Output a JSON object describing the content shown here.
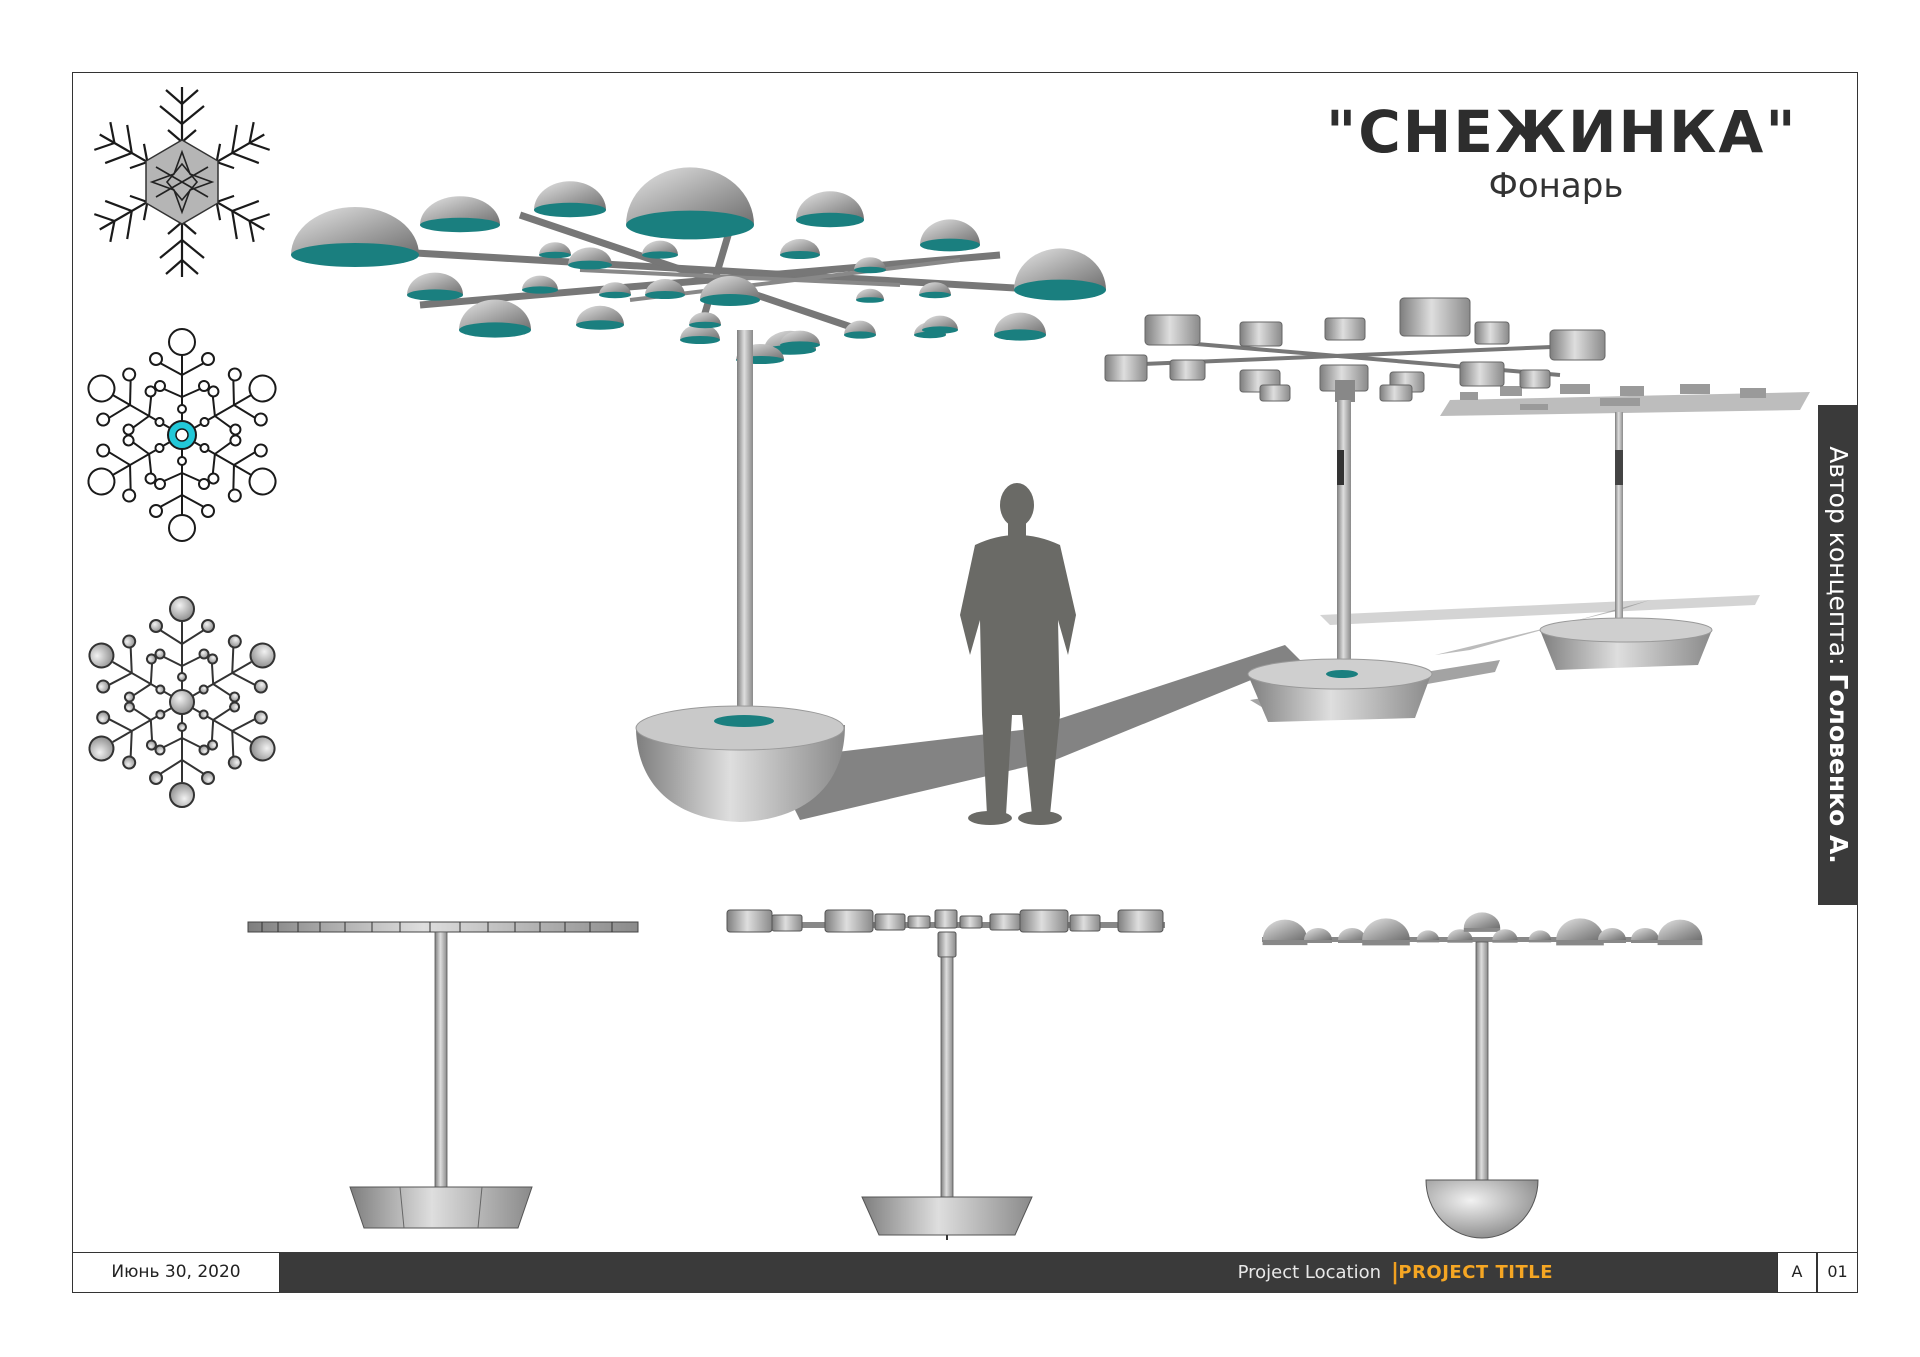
{
  "header": {
    "title": "\"СНЕЖИНКА\"",
    "subtitle": "Фонарь"
  },
  "author": {
    "label": "Автор концепта: ",
    "name": "Головенко А."
  },
  "footer": {
    "date": "Июнь 30, 2020",
    "location": "Project Location",
    "separator": "|",
    "project_title": "PROJECT TITLE",
    "sheet_letter": "A",
    "sheet_number": "01"
  },
  "colors": {
    "accent": "#f5a623",
    "teal": "#1a7f7f",
    "cyan": "#22c8d8",
    "dark_bar": "#3a3a3a",
    "metal": "#a9a9a9"
  },
  "icons": [
    "snowflake-icon-line",
    "snowflake-icon-circles",
    "snowflake-icon-spheres",
    "human-silhouette-icon"
  ]
}
